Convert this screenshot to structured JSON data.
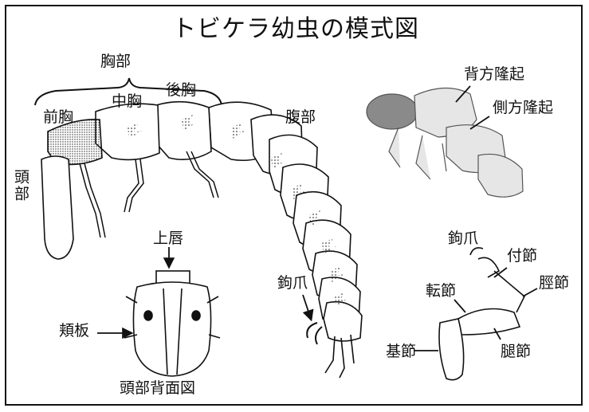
{
  "title": "トビケラ幼虫の模式図",
  "labels": {
    "thorax": "胸部",
    "prothorax": "前胸",
    "mesothorax": "中胸",
    "metathorax": "後胸",
    "abdomen": "腹部",
    "head": "頭部",
    "claw_main": "鉤爪",
    "dorsal_hump": "背方隆起",
    "lateral_hump": "側方隆起",
    "labrum": "上唇",
    "frontoclypeus": "頬板",
    "head_dorsal_view": "頭部背面図",
    "leg_claw": "鉤爪",
    "tarsus": "付節",
    "tibia": "脛節",
    "trochanter": "転節",
    "coxa": "基節",
    "femur": "腿節"
  },
  "colors": {
    "ink": "#111111",
    "paper": "#ffffff",
    "photo_tone": "#9a9a9a"
  }
}
